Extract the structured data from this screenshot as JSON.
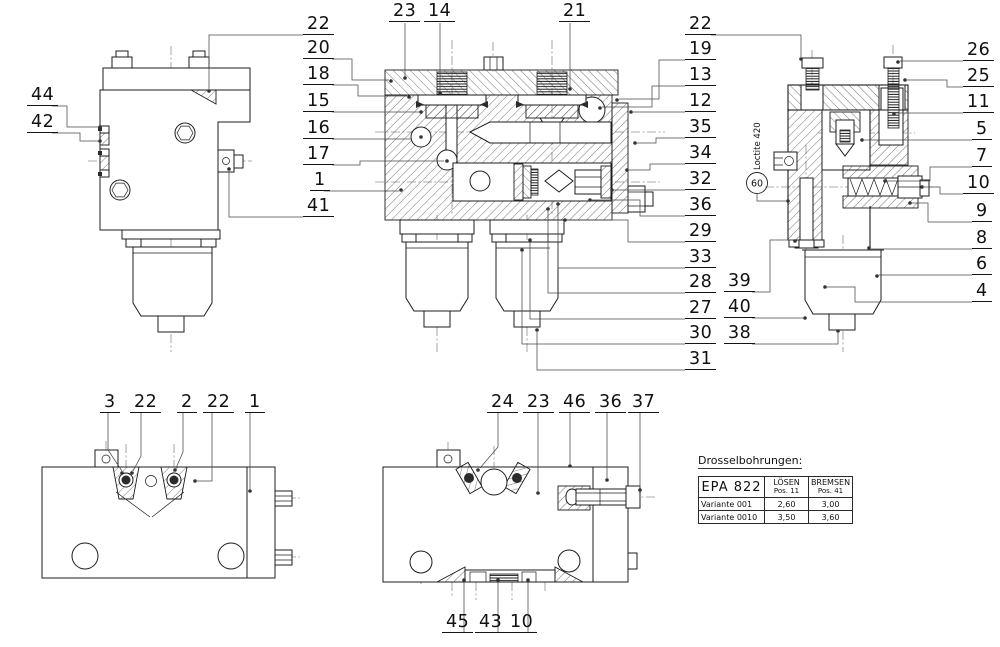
{
  "page": {
    "background": "#ffffff",
    "line_color": "#1c1c1c"
  },
  "callouts": {
    "top_mid": [
      "23",
      "14",
      "21"
    ],
    "mid_left": [
      "22",
      "20",
      "18",
      "15",
      "16",
      "17",
      "1",
      "41"
    ],
    "mid_right": [
      "22",
      "19",
      "13",
      "12",
      "35",
      "34",
      "32",
      "36",
      "29",
      "33",
      "28",
      "27",
      "30",
      "31"
    ],
    "mid_right_outer": [
      "39",
      "40",
      "38"
    ],
    "left_view": [
      "44",
      "42"
    ],
    "right_view": [
      "26",
      "25",
      "11",
      "5",
      "7",
      "10",
      "9",
      "8",
      "6",
      "4"
    ],
    "bottom_left": [
      "3",
      "22",
      "2",
      "22",
      "1"
    ],
    "bottom_mid_top": [
      "24",
      "23",
      "46",
      "36",
      "37"
    ],
    "bottom_mid_bottom": [
      "45",
      "43",
      "10"
    ]
  },
  "notes": {
    "loctite_balloon": "60",
    "loctite_text": "Loctite 420"
  },
  "table": {
    "title": "Drosselbohrungen:",
    "product": "EPA 822",
    "col1_title": "LÖSEN",
    "col1_sub": "Pos. 11",
    "col2_title": "BREMSEN",
    "col2_sub": "Pos. 41",
    "rows": [
      {
        "variant": "Variante 001",
        "loesen": "2,60",
        "bremsen": "3,00"
      },
      {
        "variant": "Variante 0010",
        "loesen": "3,50",
        "bremsen": "3,60"
      }
    ]
  }
}
